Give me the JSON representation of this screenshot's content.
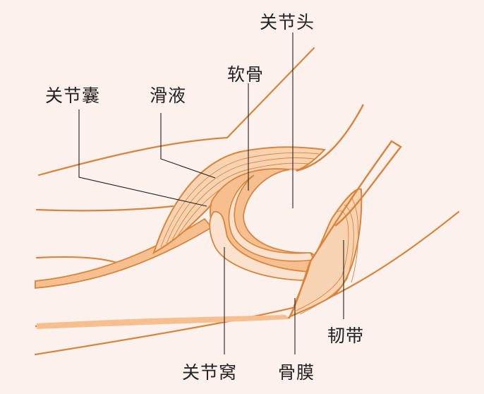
{
  "title": "关节结构示意图",
  "labels": {
    "joint_head": "关节头",
    "cartilage": "软骨",
    "joint_capsule": "关节囊",
    "synovial_fluid": "滑液",
    "ligament": "韧带",
    "joint_socket": "关节窝",
    "periosteum": "骨膜"
  },
  "colors": {
    "background": "#fcf1ec",
    "outline": "#d9843a",
    "fill_dark": "#f6bf8f",
    "fill_light": "#fbe2cf",
    "leader": "#222222"
  }
}
